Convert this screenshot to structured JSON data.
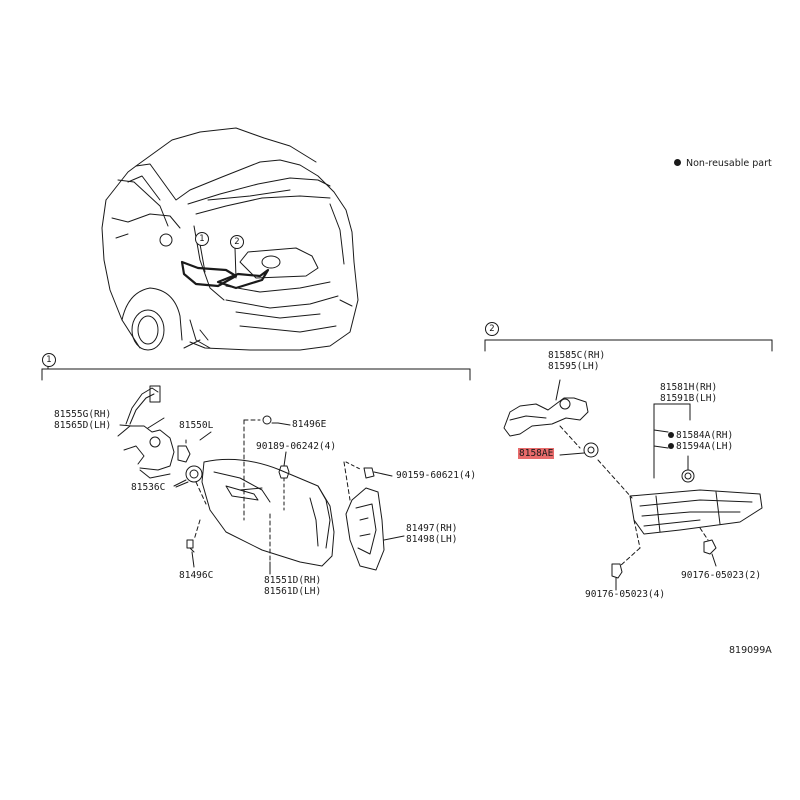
{
  "legend": {
    "text": "Non-reusable part"
  },
  "reference_code": "819099A",
  "callouts": {
    "c1": "1",
    "c2": "2"
  },
  "section1": {
    "marker": "1"
  },
  "section2": {
    "marker": "2"
  },
  "parts": {
    "p81555G": {
      "line1": "81555G(RH)",
      "line2": "81565D(LH)"
    },
    "p81550L": {
      "line1": "81550L"
    },
    "p81536C": {
      "line1": "81536C"
    },
    "p81496C": {
      "line1": "81496C"
    },
    "p81496E": {
      "line1": "81496E"
    },
    "p90189": {
      "line1": "90189-06242(4)"
    },
    "p90159": {
      "line1": "90159-60621(4)"
    },
    "p81497": {
      "line1": "81497(RH)",
      "line2": "81498(LH)"
    },
    "p81551D": {
      "line1": "81551D(RH)",
      "line2": "81561D(LH)"
    },
    "p81585C": {
      "line1": "81585C(RH)",
      "line2": "81595(LH)"
    },
    "p8158AE": {
      "line1": "8158AE"
    },
    "p81581H": {
      "line1": "81581H(RH)",
      "line2": "81591B(LH)"
    },
    "p81584A": {
      "line1": "81584A(RH)",
      "line2": "81594A(LH)"
    },
    "p90176a": {
      "line1": "90176-05023(4)"
    },
    "p90176b": {
      "line1": "90176-05023(2)"
    }
  },
  "colors": {
    "line": "#1a1a1a",
    "highlight": "#e86b6b",
    "background": "#ffffff"
  }
}
